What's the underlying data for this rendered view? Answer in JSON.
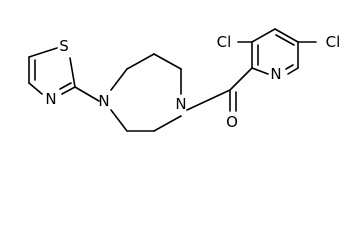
{
  "molecule": {
    "atoms": {
      "cl_left": "Cl",
      "cl_right": "Cl",
      "n_pyridine": "N",
      "n_piperazine_left": "N",
      "n_piperazine_right": "N",
      "s_thiazole": "S",
      "n_thiazole": "N",
      "o_carbonyl": "O"
    }
  }
}
